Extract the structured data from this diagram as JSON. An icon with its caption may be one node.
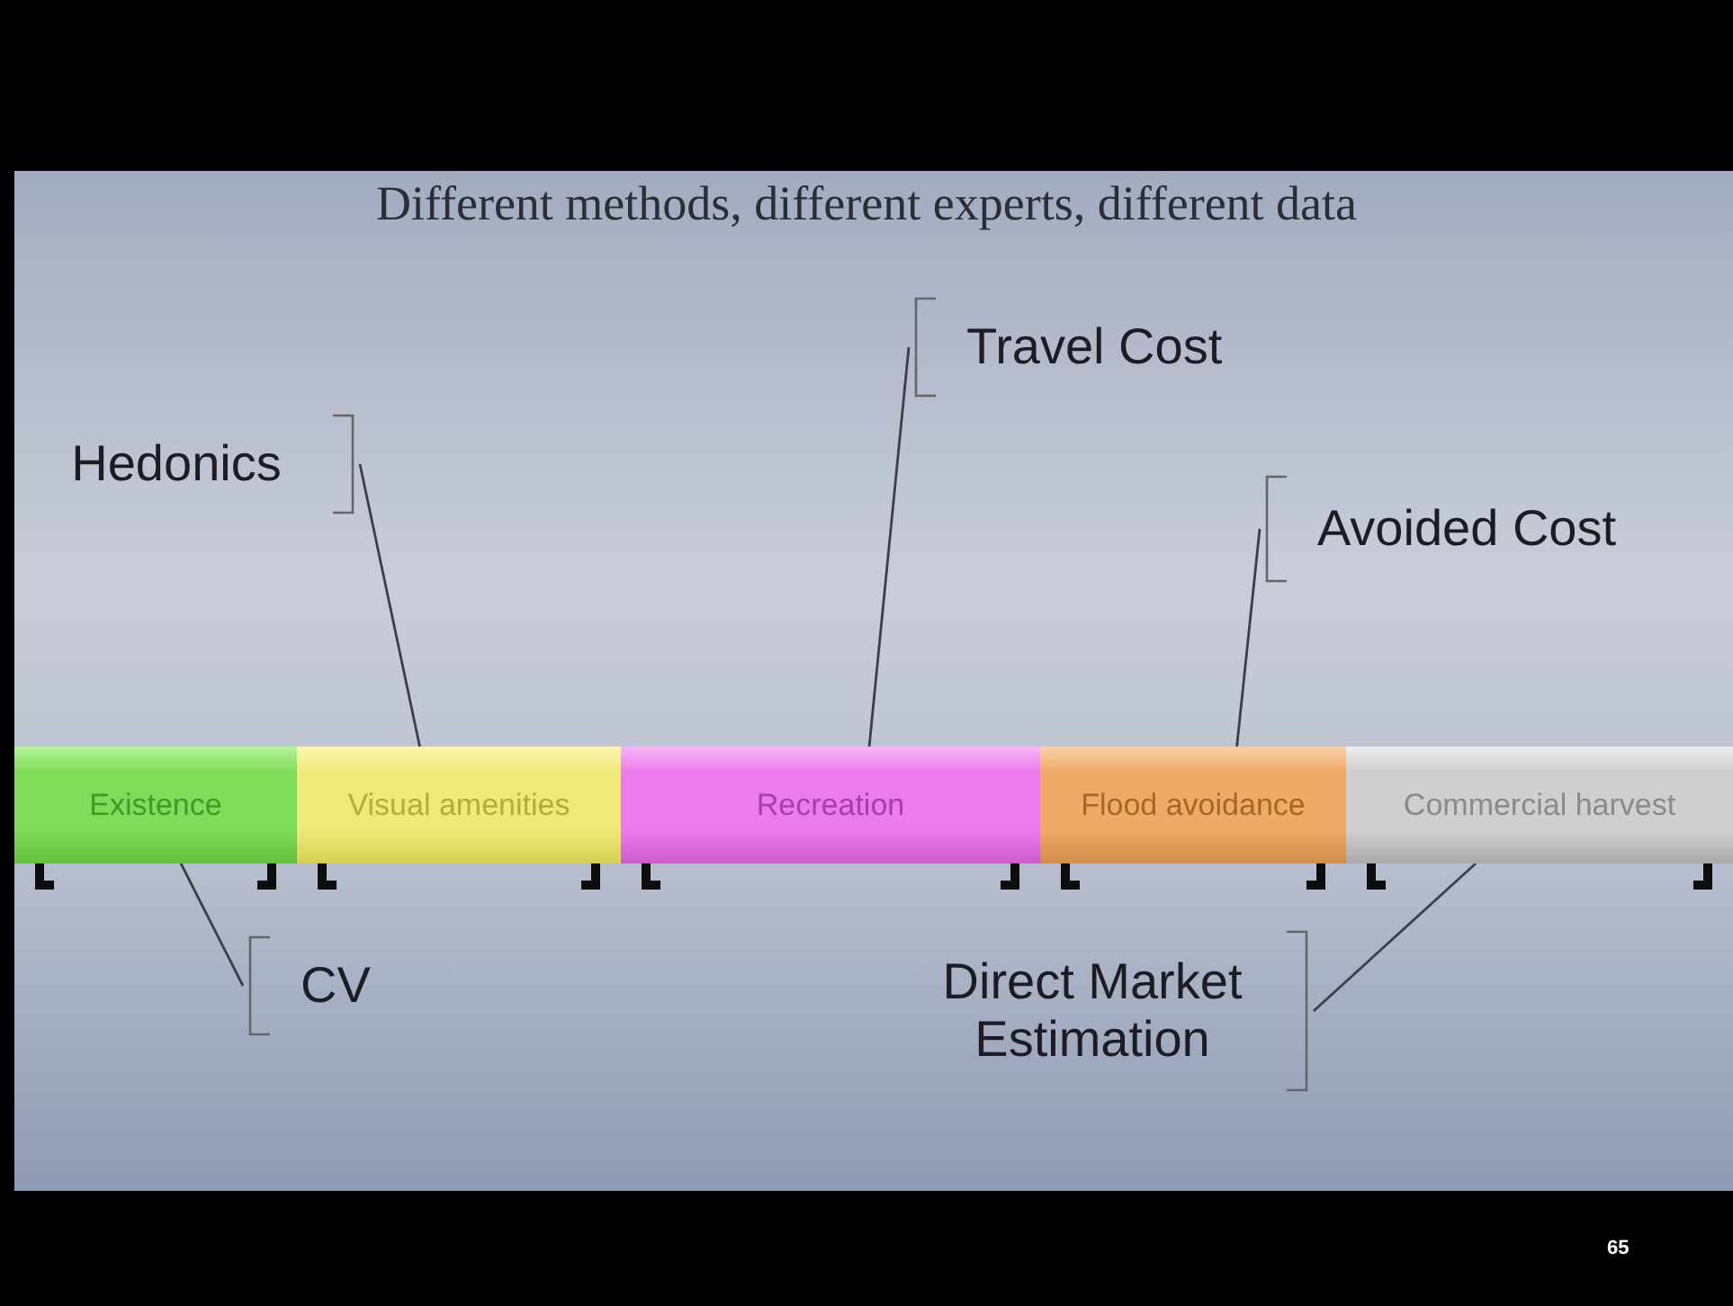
{
  "diagram": {
    "title": "Different methods, different experts, different data",
    "nodes": [
      {
        "text": [
          "Travel Cost"
        ]
      },
      {
        "text": [
          "Hedonics"
        ]
      },
      {
        "text": [
          "Avoided Cost"
        ]
      },
      {
        "text": [
          "Existence"
        ]
      },
      {
        "text": [
          "Visual amenities"
        ]
      },
      {
        "text": [
          "Recreation"
        ]
      },
      {
        "text": [
          "Flood avoidance"
        ]
      },
      {
        "text": [
          "Commercial harvest"
        ]
      },
      {
        "text": [
          "CV"
        ]
      },
      {
        "text": [
          "Direct Market Estimation"
        ]
      }
    ],
    "edges": [
      {
        "from": 0,
        "to": 5,
        "arrow": "none"
      },
      {
        "from": 1,
        "to": 4,
        "arrow": "none"
      },
      {
        "from": 2,
        "to": 6,
        "arrow": "none"
      },
      {
        "from": 8,
        "to": 3,
        "arrow": "none"
      },
      {
        "from": 9,
        "to": 7,
        "arrow": "none"
      }
    ],
    "labels": [
      "65"
    ]
  }
}
